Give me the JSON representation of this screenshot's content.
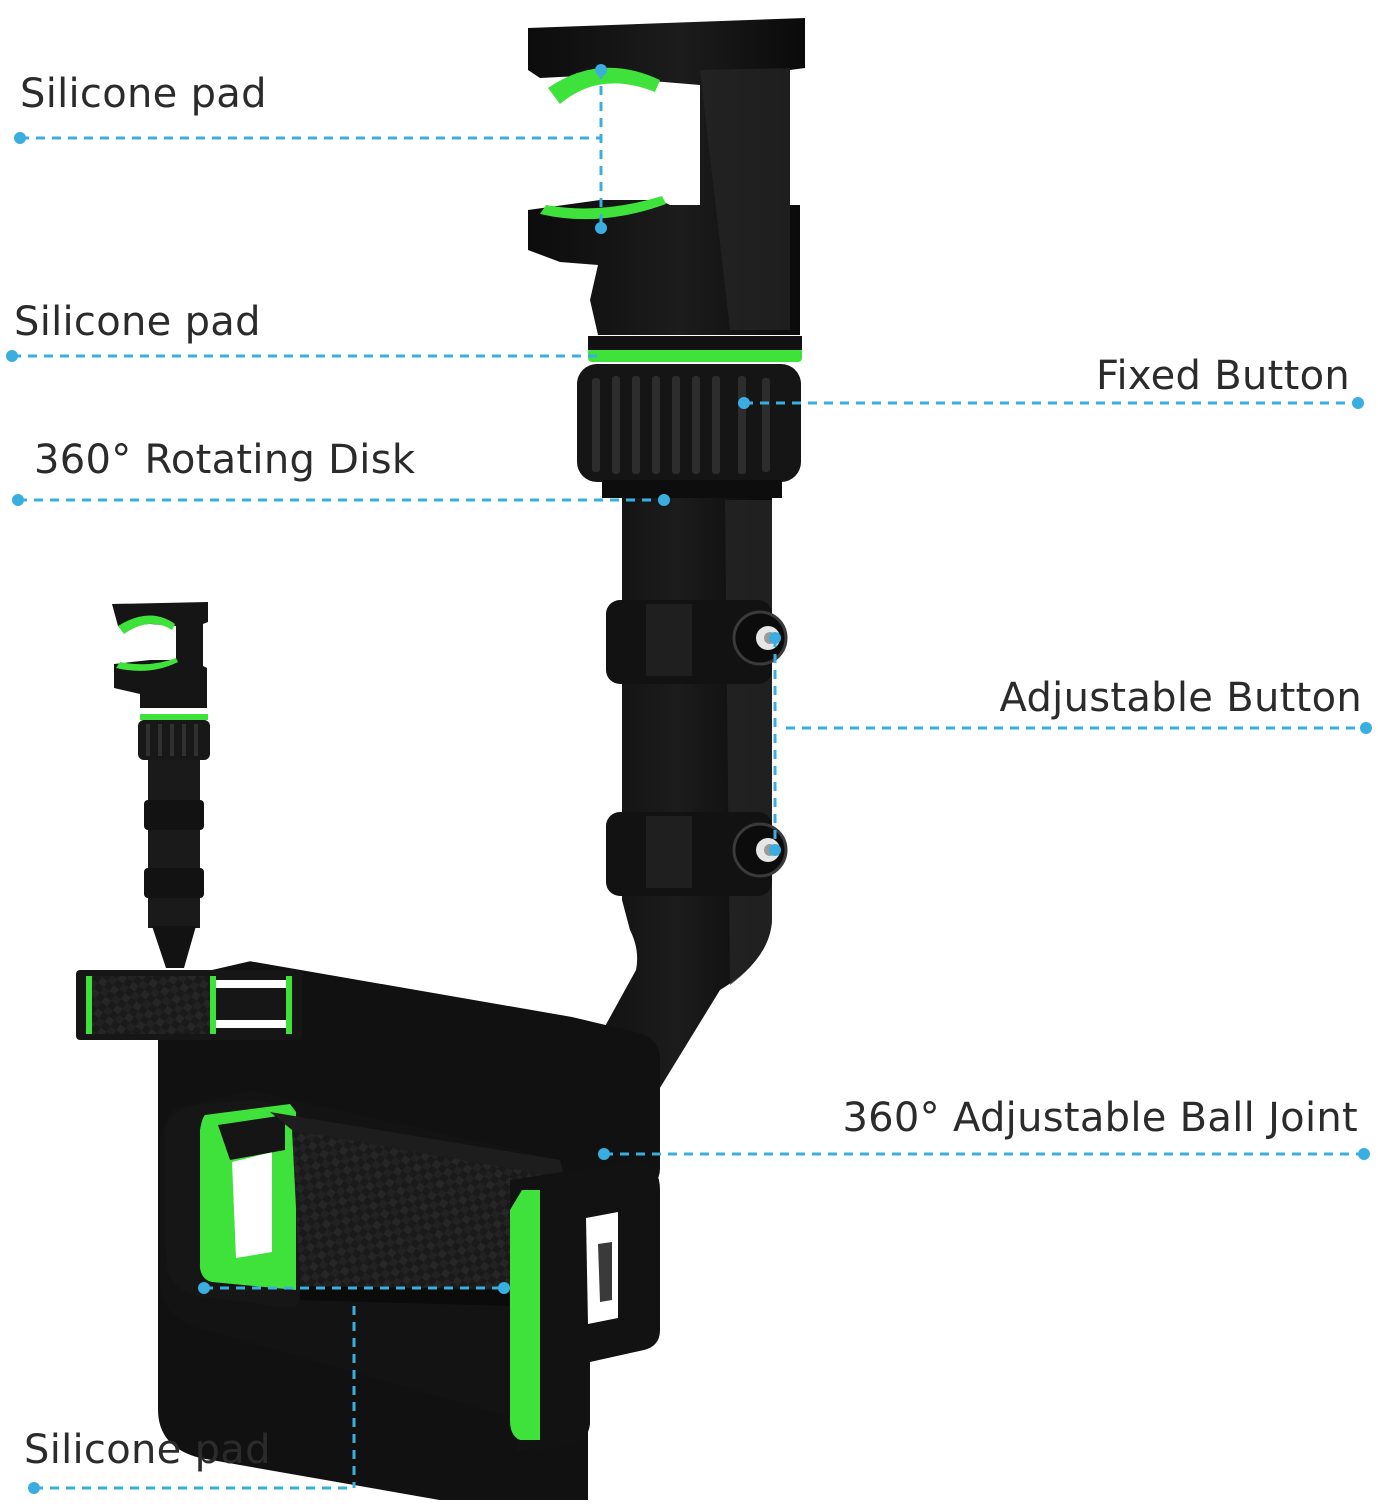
{
  "labels": {
    "silicone_pad_top": "Silicone pad",
    "silicone_pad_middle": "Silicone pad",
    "rotating_disk": "360° Rotating Disk",
    "fixed_button": "Fixed Button",
    "adjustable_button": "Adjustable Button",
    "ball_joint": "360° Adjustable Ball Joint",
    "silicone_pad_bottom": "Silicone pad"
  },
  "colors": {
    "body": "#141414",
    "body_highlight": "#2e2e2e",
    "accent_green": "#3fe23a",
    "leader_line": "#3aaee0",
    "text": "#2b2b2b",
    "background": "#ffffff"
  }
}
